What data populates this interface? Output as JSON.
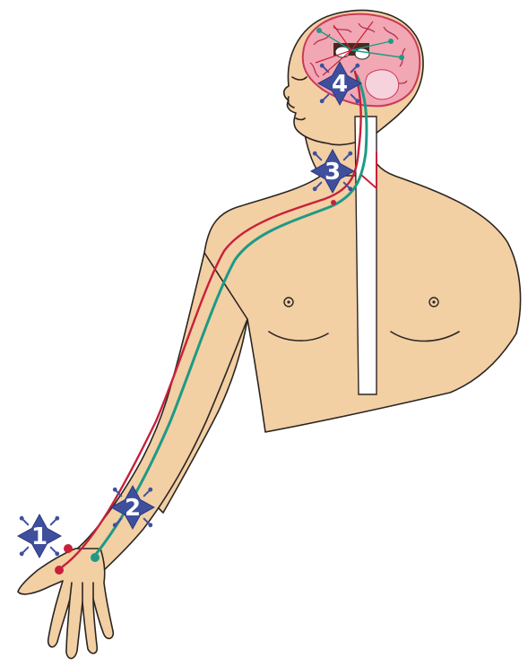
{
  "diagram": {
    "neurons": [
      {
        "id": "neuron-1",
        "label": "1"
      },
      {
        "id": "neuron-2",
        "label": "2"
      },
      {
        "id": "neuron-3",
        "label": "3"
      },
      {
        "id": "neuron-4",
        "label": "4"
      }
    ],
    "colors": {
      "skin": "#f3cfa4",
      "outline": "#2a2622",
      "neuron_blue": "#3f4f9e",
      "ascending_pathway_teal": "#1e9a86",
      "descending_pathway_red": "#c8203a",
      "brain_pink": "#f2a7b4",
      "spinal_cord": "#ffffff",
      "thalamus_brown": "#4a2a1f"
    }
  }
}
